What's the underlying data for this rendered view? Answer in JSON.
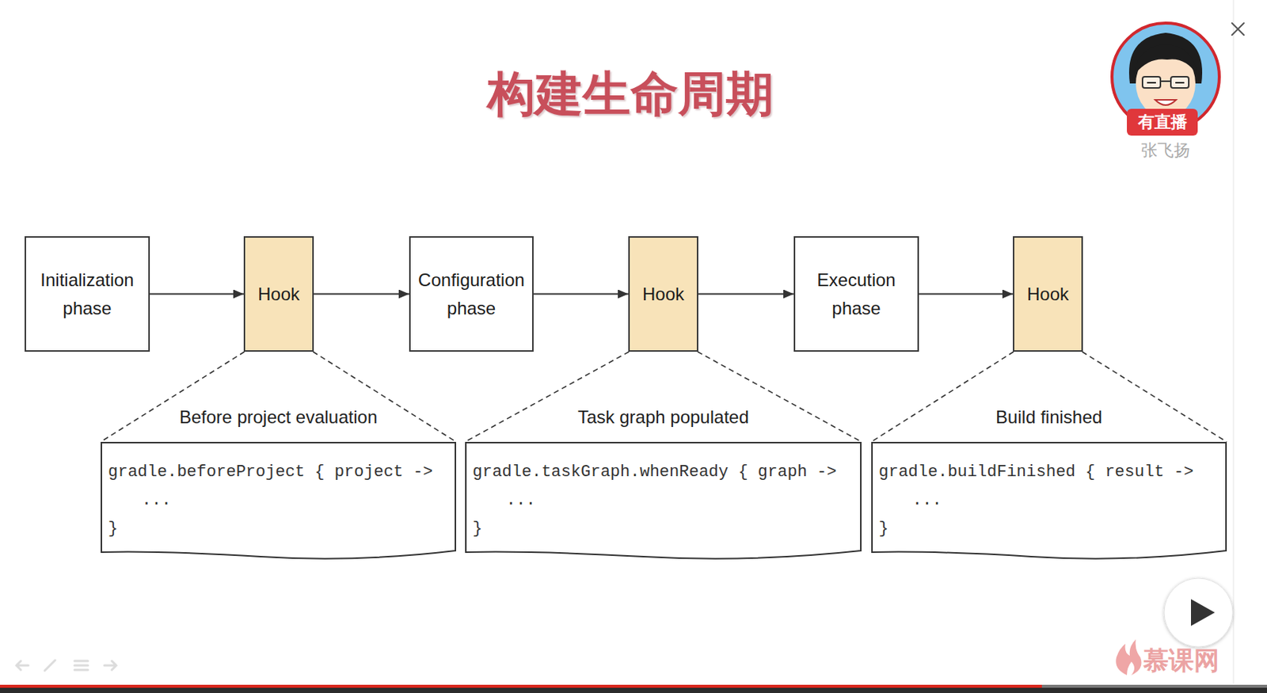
{
  "diagram": {
    "title": "构建生命周期",
    "nodes": [
      {
        "text": [
          "Initialization phase"
        ]
      },
      {
        "text": [
          "Hook"
        ]
      },
      {
        "text": [
          "Configuration phase"
        ]
      },
      {
        "text": [
          "Hook"
        ]
      },
      {
        "text": [
          "Execution phase"
        ]
      },
      {
        "text": [
          "Hook"
        ]
      },
      {
        "text": [
          "Before project evaluation",
          "gradle.beforeProject { project ->",
          "...",
          "}"
        ]
      },
      {
        "text": [
          "Task graph populated",
          "gradle.taskGraph.whenReady { graph ->",
          "...",
          "}"
        ]
      },
      {
        "text": [
          "Build finished",
          "gradle.buildFinished { result ->",
          "...",
          "}"
        ]
      }
    ],
    "edges": [
      {
        "from": 0,
        "to": 1,
        "arrow": "to"
      },
      {
        "from": 1,
        "to": 2,
        "arrow": "to"
      },
      {
        "from": 2,
        "to": 3,
        "arrow": "to"
      },
      {
        "from": 3,
        "to": 4,
        "arrow": "to"
      },
      {
        "from": 4,
        "to": 5,
        "arrow": "to"
      },
      {
        "from": 1,
        "to": 6,
        "arrow": "none"
      },
      {
        "from": 3,
        "to": 7,
        "arrow": "none"
      },
      {
        "from": 5,
        "to": 8,
        "arrow": "none"
      }
    ],
    "labels": [
      "有直播",
      "张飞扬",
      "慕课网"
    ]
  }
}
